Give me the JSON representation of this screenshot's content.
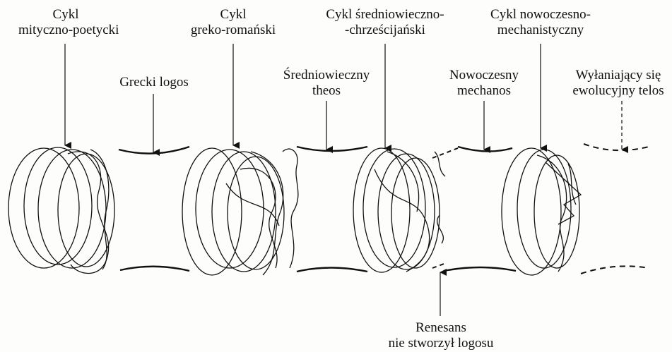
{
  "labels": {
    "cycle_mythic": {
      "line1": "Cykl",
      "line2": "mityczno-poetycki"
    },
    "cycle_greco": {
      "line1": "Cykl",
      "line2": "greko-romański"
    },
    "cycle_medieval": {
      "line1": "Cykl średniowieczno-",
      "line2": "-chrześcijański"
    },
    "cycle_modern": {
      "line1": "Cykl nowoczesno-",
      "line2": "mechanistyczny"
    },
    "greek_logos": {
      "line1": "Grecki logos"
    },
    "medieval_theos": {
      "line1": "Średniowieczny",
      "line2": "theos"
    },
    "modern_mechanos": {
      "line1": "Nowoczesny",
      "line2": "mechanos"
    },
    "emerging_telos": {
      "line1": "Wyłaniający się",
      "line2": "ewolucyjny telos"
    },
    "renaissance": {
      "line1": "Renesans",
      "line2": "nie stworzył logosu"
    }
  },
  "colors": {
    "ink": "#111111",
    "background": "#fdfdfc"
  }
}
